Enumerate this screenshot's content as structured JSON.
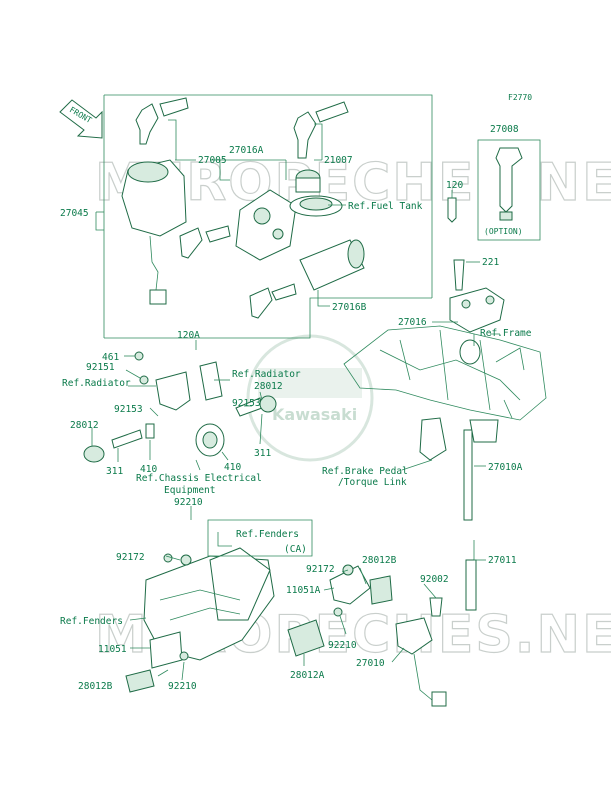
{
  "diagram_code": "F2770",
  "front_label": "FRONT",
  "watermark": "MEROPECHES.NET",
  "option_label": "(OPTION)",
  "brand_label": "Kawasaki",
  "labels": {
    "p27005": "27005",
    "p27016A": "27016A",
    "p21007": "21007",
    "p27008": "27008",
    "p27045": "27045",
    "p120": "120",
    "p221": "221",
    "p27016B": "27016B",
    "p27016": "27016",
    "p461": "461",
    "p120A": "120A",
    "p92151": "92151",
    "p92153a": "92153",
    "p92153b": "92153",
    "p28012a": "28012",
    "p28012b": "28012",
    "p311a": "311",
    "p311b": "311",
    "p410a": "410",
    "p410b": "410",
    "p27010A": "27010A",
    "p92210a": "92210",
    "p92210b": "92210",
    "p92210c": "92210",
    "p92172a": "92172",
    "p92172b": "92172",
    "p28012B_a": "28012B",
    "p28012B_b": "28012B",
    "p11051A": "11051A",
    "p11051": "11051",
    "p92002": "92002",
    "p27011": "27011",
    "p27010": "27010",
    "p28012A": "28012A",
    "ref_fuel_tank": "Ref.Fuel Tank",
    "ref_frame": "Ref.Frame",
    "ref_radiator_a": "Ref.Radiator",
    "ref_radiator_b": "Ref.Radiator",
    "ref_chassis_1": "Ref.Chassis Electrical",
    "ref_chassis_2": "Equipment",
    "ref_brake_1": "Ref.Brake Pedal",
    "ref_brake_2": "/Torque Link",
    "ref_fenders_a_1": "Ref.Fenders",
    "ref_fenders_a_2": "(CA)",
    "ref_fenders_b": "Ref.Fenders"
  }
}
